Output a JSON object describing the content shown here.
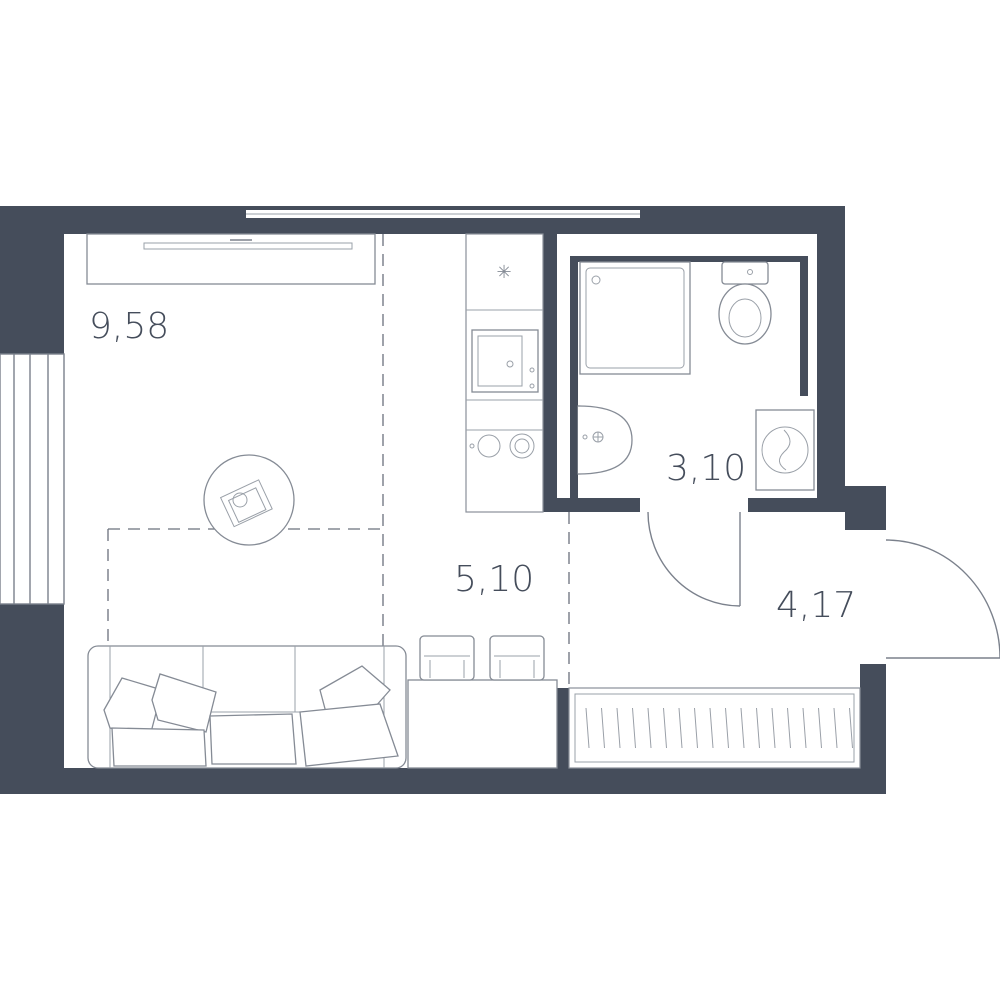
{
  "plan": {
    "rooms": [
      {
        "id": "living",
        "area": "9,58"
      },
      {
        "id": "kitchen",
        "area": "5,10"
      },
      {
        "id": "bathroom",
        "area": "3,10"
      },
      {
        "id": "hallway",
        "area": "4,17"
      }
    ],
    "colors": {
      "wall": "#454d5b",
      "label": "#454d5b",
      "line": "#858b95"
    }
  }
}
